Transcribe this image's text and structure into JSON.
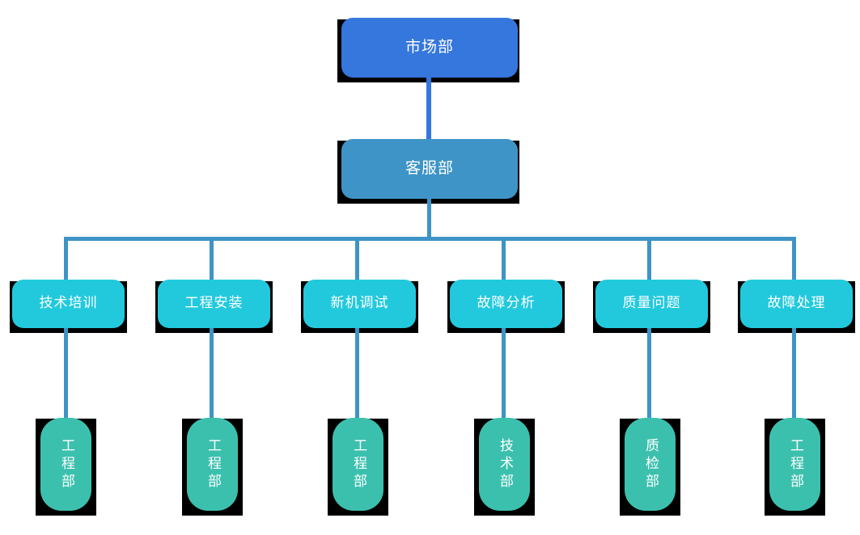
{
  "chart_data": {
    "type": "diagram",
    "title": "",
    "diagram_kind": "organization-chart",
    "orientation": "top-down",
    "levels": 4,
    "colors": {
      "level1": "#3577dc",
      "level2": "#3e94c6",
      "level3": "#22c9dd",
      "level4": "#3cc0ae",
      "connector_root": "#3577dc",
      "connector": "#3e94c6",
      "shadow": "#000000",
      "label": "#ffffff",
      "background": "#ffffff"
    }
  },
  "nodes": {
    "level1": {
      "label": "市场部"
    },
    "level2": {
      "label": "客服部"
    },
    "level3": [
      {
        "label": "技术培训"
      },
      {
        "label": "工程安装"
      },
      {
        "label": "新机调试"
      },
      {
        "label": "故障分析"
      },
      {
        "label": "质量问题"
      },
      {
        "label": "故障处理"
      }
    ],
    "level4": [
      {
        "label": "工程部"
      },
      {
        "label": "工程部"
      },
      {
        "label": "工程部"
      },
      {
        "label": "技术部"
      },
      {
        "label": "质检部"
      },
      {
        "label": "工程部"
      }
    ]
  }
}
